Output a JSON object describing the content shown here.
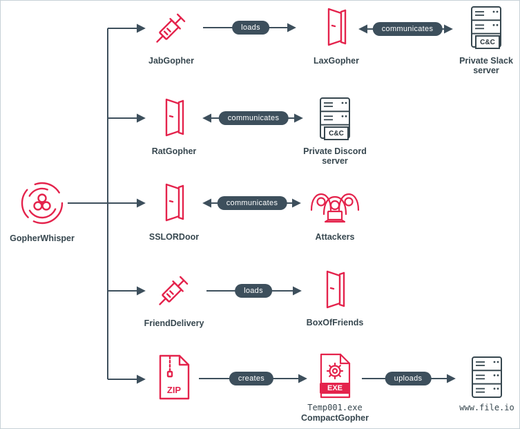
{
  "colors": {
    "accent_pink": "#e4234c",
    "connector_slate": "#3d4f5c",
    "label_dark": "#37474f",
    "background": "#ffffff"
  },
  "icons": {
    "root": "biohazard-swirl-icon",
    "dropper": "syringe-icon",
    "backdoor": "open-door-icon",
    "server": "server-rack-icon",
    "attackers": "hooded-attackers-icon",
    "zip": "zip-file-icon",
    "exe": "exe-gear-file-icon"
  },
  "root": {
    "label": "GopherWhisper"
  },
  "row1": {
    "dropper": "JabGopher",
    "loads": "loads",
    "backdoor": "LaxGopher",
    "comm": "communicates",
    "server1": "Private Slack",
    "server2": "server",
    "cc": "C&C"
  },
  "row2": {
    "backdoor": "RatGopher",
    "comm": "communicates",
    "server1": "Private Discord",
    "server2": "server",
    "cc": "C&C"
  },
  "row3": {
    "backdoor": "SSLORDoor",
    "comm": "communicates",
    "attackers": "Attackers"
  },
  "row4": {
    "dropper": "FriendDelivery",
    "loads": "loads",
    "backdoor": "BoxOfFriends"
  },
  "row5": {
    "zip": "ZIP",
    "creates": "creates",
    "exe": "EXE",
    "file": "Temp001.exe",
    "name": "CompactGopher",
    "uploads": "uploads",
    "host": "www.file.io"
  }
}
